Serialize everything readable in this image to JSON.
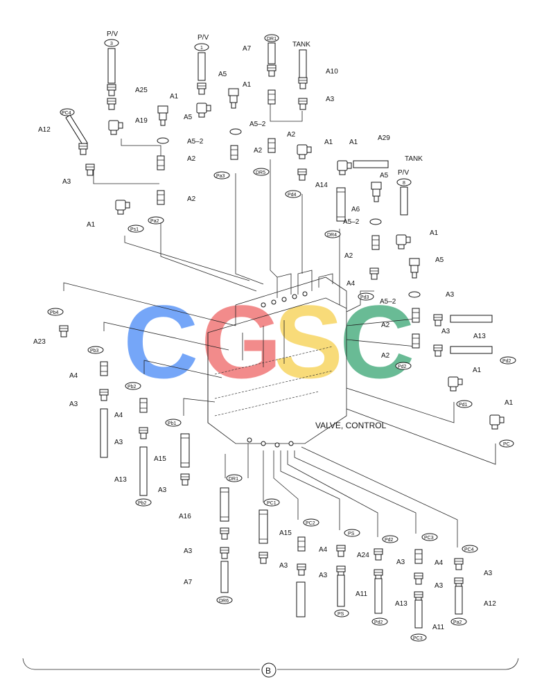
{
  "diagram": {
    "callout_title": "VALVE, CONTROL",
    "bottom_marker": "B",
    "watermark": {
      "letters": [
        "C",
        "G",
        "S",
        "C"
      ],
      "colors": [
        "#4f8ef7",
        "#ef6b6b",
        "#f7d154",
        "#3fa878"
      ]
    },
    "labels": {
      "pv3_text": "P/V",
      "pv3_num": "3",
      "pv1_text": "P/V",
      "pv1_num": "1",
      "dr1_top": "DR1",
      "tank_top": "TANK",
      "tank_right": "TANK",
      "pv8_text": "P/V",
      "pv8_num": "8",
      "a25": "A25",
      "a19": "A19",
      "a12_left": "A12",
      "a3_left": "A3",
      "a1_pa": "A1",
      "a5_pa": "A5",
      "a5_mid": "A5",
      "a7_top": "A7",
      "a1_top": "A1",
      "a10": "A10",
      "a3_top": "A3",
      "a5_2_top": "A5–2",
      "a5_2_left": "A5–2",
      "a2_left1": "A2",
      "a2_left2": "A2",
      "a2_mid1": "A2",
      "a2_mid2": "A2",
      "a1_mid": "A1",
      "a14": "A14",
      "a1_right_top": "A1",
      "a29": "A29",
      "a5_right": "A5",
      "a6": "A6",
      "a5_2_right": "A5–2",
      "a1_right2": "A1",
      "a2_right1": "A2",
      "a5_right2": "A5",
      "a4_right": "A4",
      "a5_2_right2": "A5–2",
      "a3_right1": "A3",
      "a2_right2": "A2",
      "a3_right2": "A3",
      "a13_right": "A13",
      "a2_right3": "A2",
      "a1_right3": "A1",
      "a1_right4": "A1",
      "a1_ps1": "A1",
      "a23": "A23",
      "a4_l1": "A4",
      "a3_l1": "A3",
      "a4_l2": "A4",
      "a3_l2": "A3",
      "a15_l": "A15",
      "a13_l": "A13",
      "a3_l3": "A3",
      "a16": "A16",
      "a3_dr": "A3",
      "a7_bot": "A7",
      "a15_m": "A15",
      "a3_m": "A3",
      "a4_m": "A4",
      "a3_m2": "A3",
      "a24": "A24",
      "a11_a": "A11",
      "a3_b": "A3",
      "a13_b": "A13",
      "a4_c": "A4",
      "a3_c": "A3",
      "a11_c": "A11",
      "a3_d": "A3",
      "a12_d": "A12"
    },
    "pills": {
      "pc4_left": "PC4",
      "ps1": "Ps1",
      "pa2": "Pa2",
      "pa3": "Pa3",
      "dr5": "DR5",
      "pd4": "Pd4",
      "dr4": "DR4",
      "pd3": "Pd3",
      "pb4": "Pb4",
      "pb3": "Pb3",
      "pb2": "Pb2",
      "pb1": "Pb1",
      "pb2_b": "Pb2",
      "dr1_b": "DR1",
      "dr6": "DR6",
      "pc1": "PC1",
      "pc2": "PC2",
      "ps": "PS",
      "ps_b": "PS",
      "pd2_a": "Pd2",
      "pd2_b": "Pd2",
      "pc3": "PC3",
      "pc3_b": "PC3",
      "pc4_b": "PC4",
      "pa2_b": "Pa2",
      "pd2_right": "Pd2",
      "pd1": "Pd1",
      "pc_right": "PC",
      "pd2_mid": "Pd2"
    }
  }
}
